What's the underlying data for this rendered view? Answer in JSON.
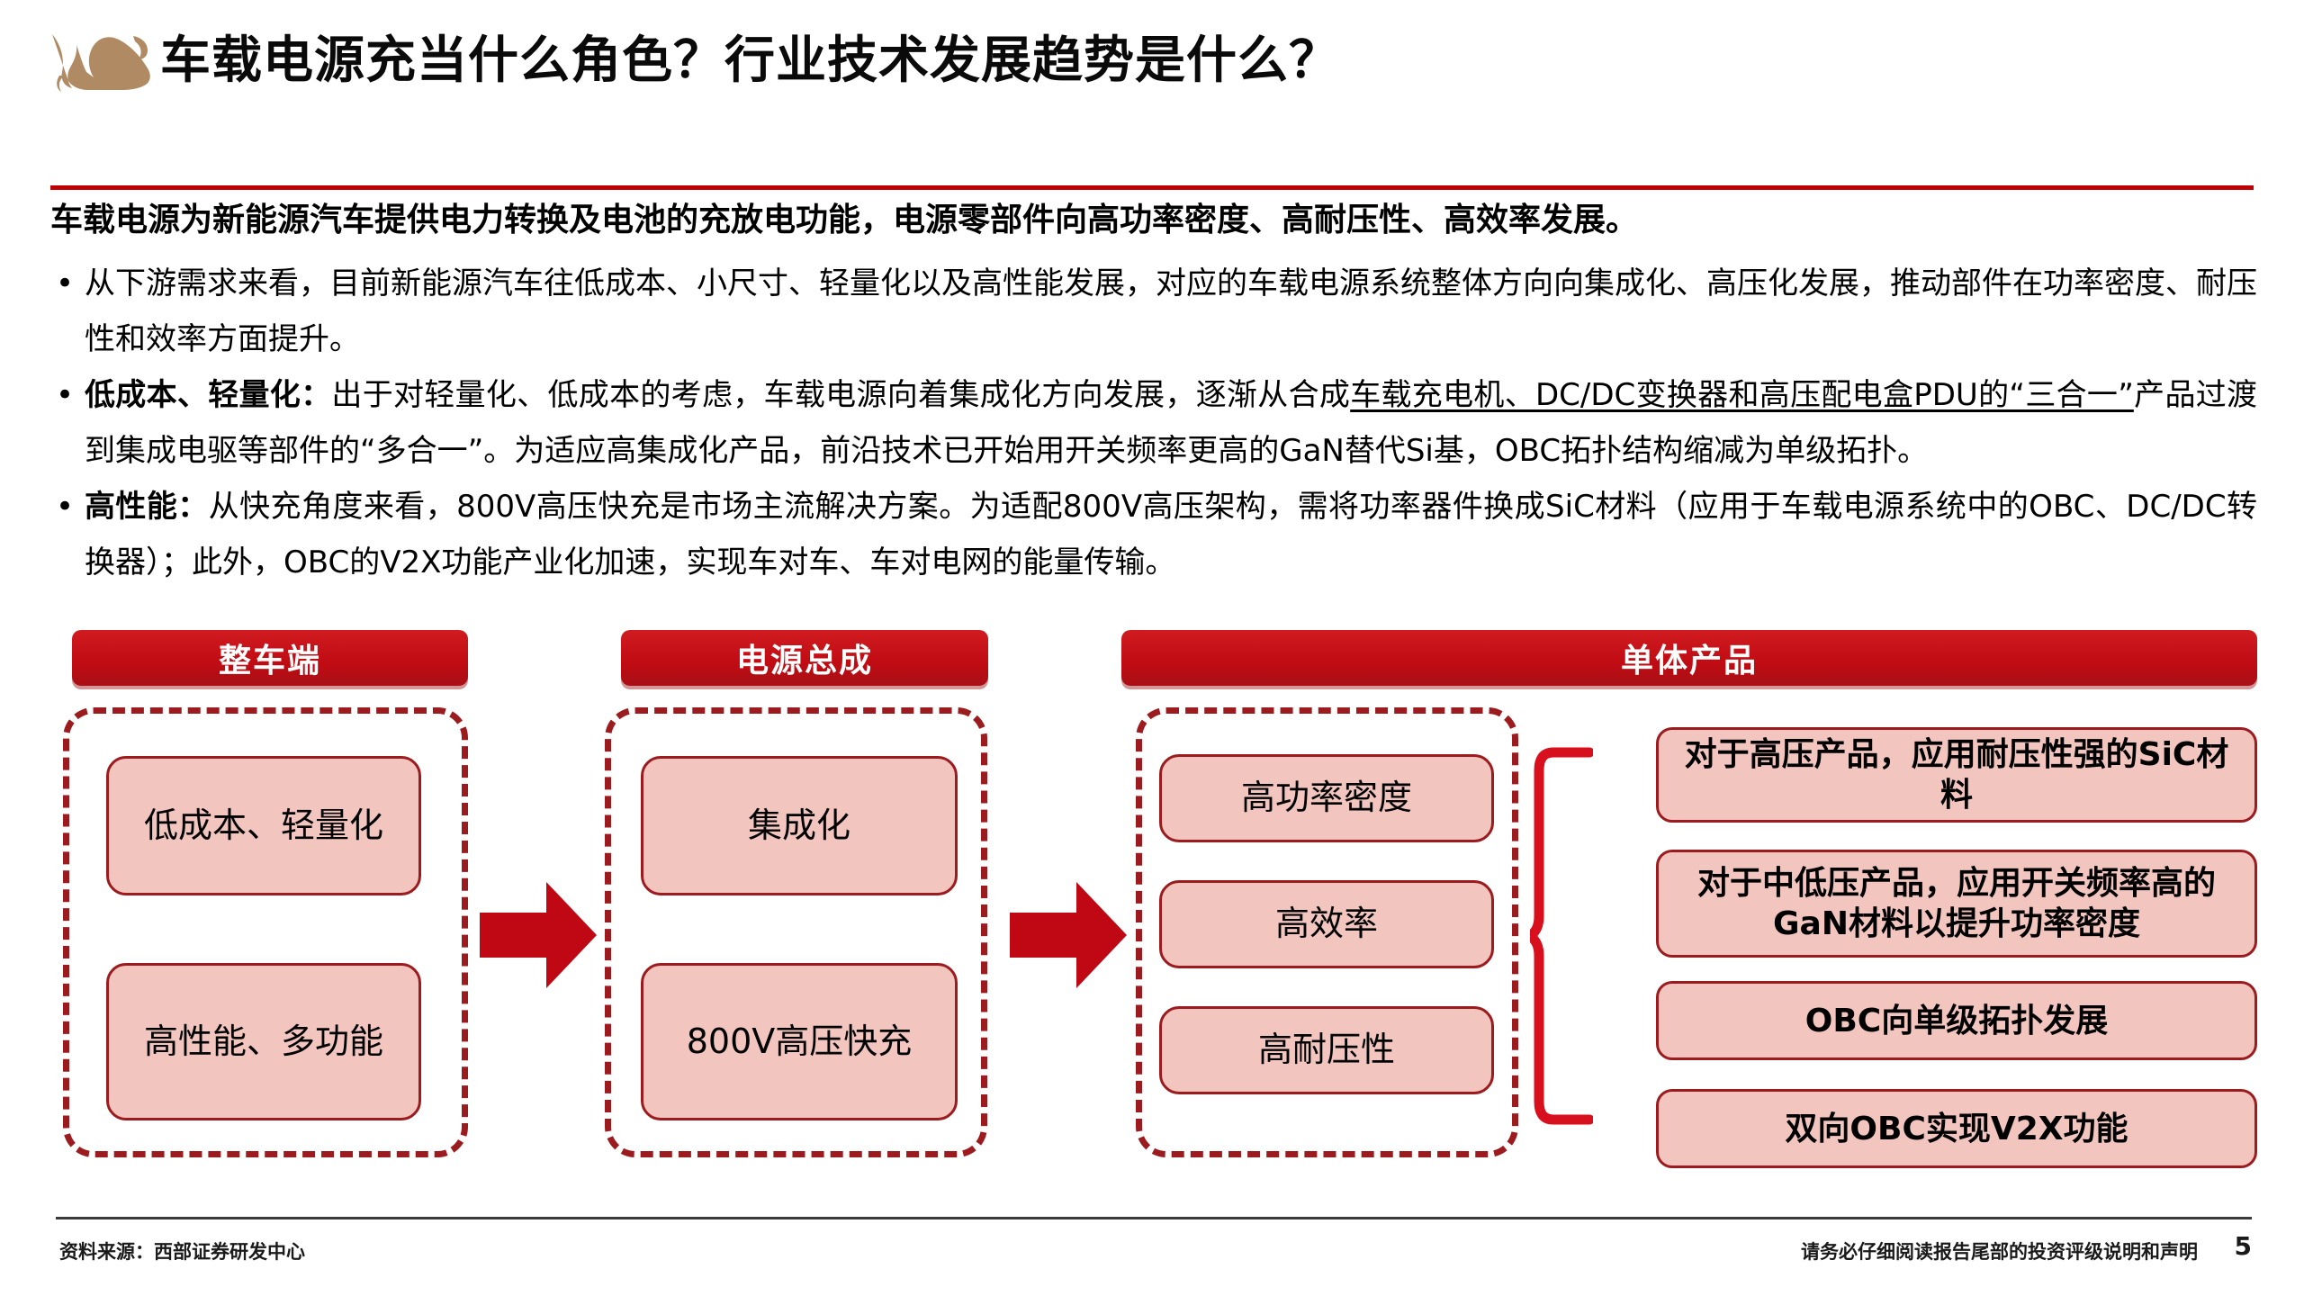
{
  "header": {
    "logo_name": "bull-logo",
    "logo_color": "#b08a63",
    "title": "车载电源充当什么角色？行业技术发展趋势是什么？"
  },
  "colors": {
    "accent_red": "#c00000",
    "dark_red": "#9b1b1e",
    "pill_fill": "#f2c5bf",
    "logo_tan": "#b08a63",
    "footer_line": "#3b3b3b"
  },
  "body": {
    "lead": "车载电源为新能源汽车提供电力转换及电池的充放电功能，电源零部件向高功率密度、高耐压性、高效率发展。",
    "bullets": [
      {
        "plain": "从下游需求来看，目前新能源汽车往低成本、小尺寸、轻量化以及高性能发展，对应的车载电源系统整体方向向集成化、高压化发展，推动部件在功率密度、耐压性和效率方面提升。"
      },
      {
        "label": "低成本、轻量化：",
        "text_before": "出于对轻量化、低成本的考虑，车载电源向着集成化方向发展，逐渐从合成",
        "underlined": "车载充电机、DC/DC变换器和高压配电盒PDU的“三合一”",
        "text_after": "产品过渡到集成电驱等部件的“多合一”。为适应高集成化产品，前沿技术已开始用开关频率更高的GaN替代Si基，OBC拓扑结构缩减为单级拓扑。"
      },
      {
        "label": "高性能：",
        "text_before": "从快充角度来看，800V高压快充是市场主流解决方案。为适配800V高压架构，需将功率器件换成SiC材料（应用于车载电源系统中的OBC、DC/DC转换器）；此外，OBC的V2X功能产业化加速，实现车对车、车对电网的能量传输。",
        "underlined": "",
        "text_after": ""
      }
    ]
  },
  "diagram": {
    "bands": [
      {
        "label": "整车端"
      },
      {
        "label": "电源总成"
      },
      {
        "label": "单体产品"
      }
    ],
    "group1": [
      "低成本、轻量化",
      "高性能、多功能"
    ],
    "group2": [
      "集成化",
      "800V高压快充"
    ],
    "group3": [
      "高功率密度",
      "高效率",
      "高耐压性"
    ],
    "outcomes": [
      "对于高压产品，应用耐压性强的SiC材料",
      "对于中低压产品，应用开关频率高的GaN材料以提升功率密度",
      "OBC向单级拓扑发展",
      "双向OBC实现V2X功能"
    ],
    "arrow_icon": "right-arrow-icon",
    "brace_icon": "curly-brace-icon"
  },
  "footer": {
    "source": "资料来源：西部证券研发中心",
    "disclaimer": "请务必仔细阅读报告尾部的投资评级说明和声明",
    "page": "5"
  }
}
